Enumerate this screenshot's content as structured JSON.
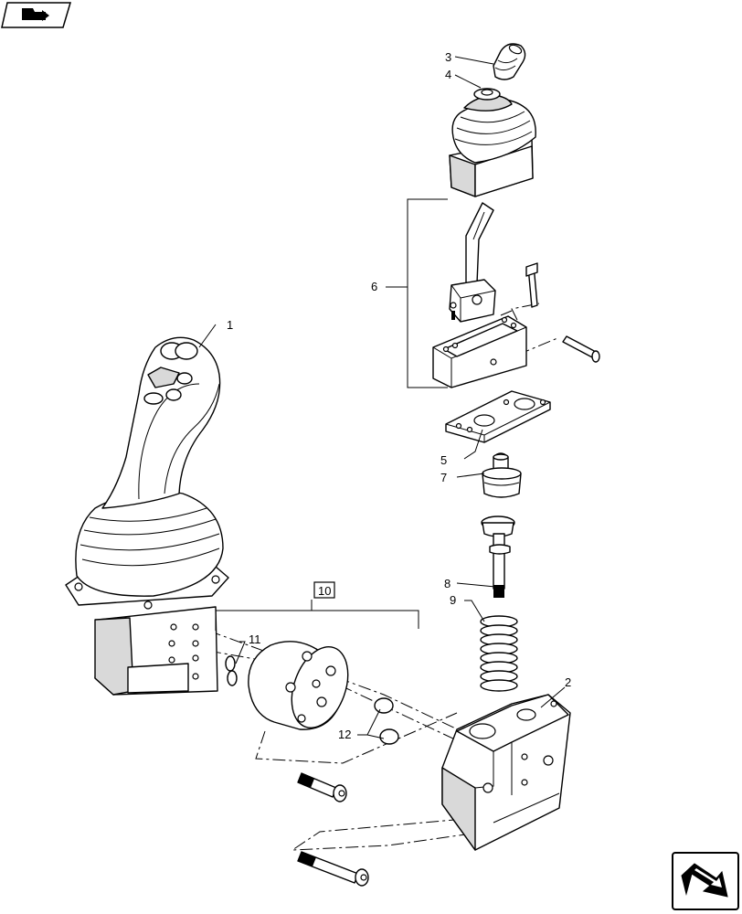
{
  "diagram": {
    "callouts": {
      "c1": "1",
      "c2": "2",
      "c3": "3",
      "c4": "4",
      "c5": "5",
      "c6": "6",
      "c7": "7",
      "c8": "8",
      "c9": "9",
      "c10": "10",
      "c11": "11",
      "c12": "12"
    },
    "icons": {
      "top_left": "page-back-icon",
      "bottom_right": "next-page-arrow-icon"
    }
  }
}
